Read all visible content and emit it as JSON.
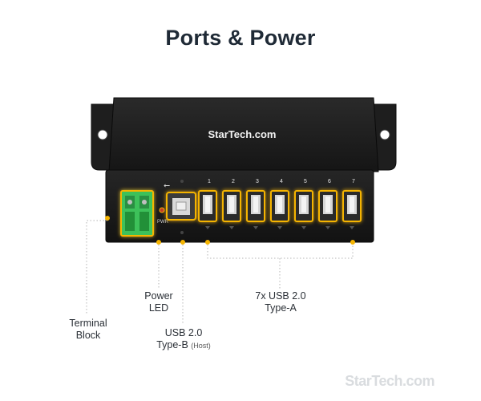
{
  "title": "Ports & Power",
  "device": {
    "brand_logo_text": "StarTech.com",
    "pwr_label": "PWR",
    "port_numbers": [
      "1",
      "2",
      "3",
      "4",
      "5",
      "6",
      "7"
    ],
    "usb_symbol": "usb-icon"
  },
  "callouts": {
    "terminal_block": [
      "Terminal",
      "Block"
    ],
    "power_led": [
      "Power",
      "LED"
    ],
    "usb_b": {
      "line1": "USB 2.0",
      "line2": "Type-B",
      "note": "(Host)"
    },
    "usb_a": [
      "7x USB 2.0",
      "Type-A"
    ]
  },
  "watermark": "StarTech.com",
  "colors": {
    "device_body": "#1b1b1b",
    "highlight": "#f5b400",
    "terminal_green": "#3dc15a",
    "leader_line": "#b5b5b5"
  }
}
